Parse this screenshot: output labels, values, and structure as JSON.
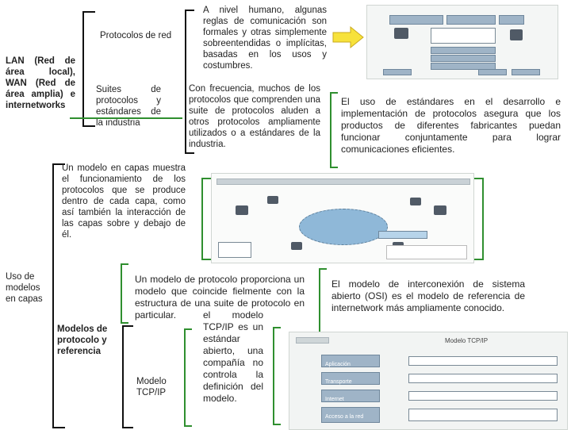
{
  "colors": {
    "bracket": "#111111",
    "accent_green": "#2f8f2f",
    "arrow_yellow": "#f7e23b"
  },
  "left": {
    "lan_text": "LAN (Red de área local), WAN (Red de área amplia) e internetworks",
    "uso_text": "Uso de modelos en capas"
  },
  "top": {
    "protocolos_red": "Protocolos de red",
    "suites": "Suites de protocolos y estándares de la industria",
    "nivel_humano": "A nivel humano, algunas reglas de comunicación son formales y otras simplemente sobreentendidas o implícitas, basadas en los usos y costumbres.",
    "frecuencia": "Con frecuencia, muchos de los protocolos que comprenden una suite de protocolos aluden a otros protocolos ampliamente utilizados o a estándares de la industria.",
    "estandares": "El uso de estándares en el desarrollo e implementación de protocolos asegura que los productos de diferentes fabricantes puedan funcionar conjuntamente para lograr comunicaciones eficientes."
  },
  "middle": {
    "modelo_capas": "Un modelo en capas muestra el funcionamiento de los protocolos que se produce dentro de cada capa, como así también la interacción de las capas sobre y debajo de él.",
    "modelos_ref": "Modelos de protocolo y referencia",
    "modelo_protocolo": "Un modelo de protocolo proporciona un modelo que coincide fielmente con la estructura de una suite de protocolo en particular.",
    "osi": "El modelo de interconexión de sistema abierto (OSI) es el modelo de referencia de internetwork más ampliamente conocido."
  },
  "bottom": {
    "modelo_tcpip": "Modelo TCP/IP",
    "tcpip_desc": "el modelo TCP/IP es un estándar abierto, una compañía no controla la definición del modelo."
  },
  "thumb_tcpip": {
    "title": "Modelo TCP/IP",
    "layers": [
      "Aplicación",
      "Transporte",
      "Internet",
      "Acceso a la red"
    ]
  }
}
